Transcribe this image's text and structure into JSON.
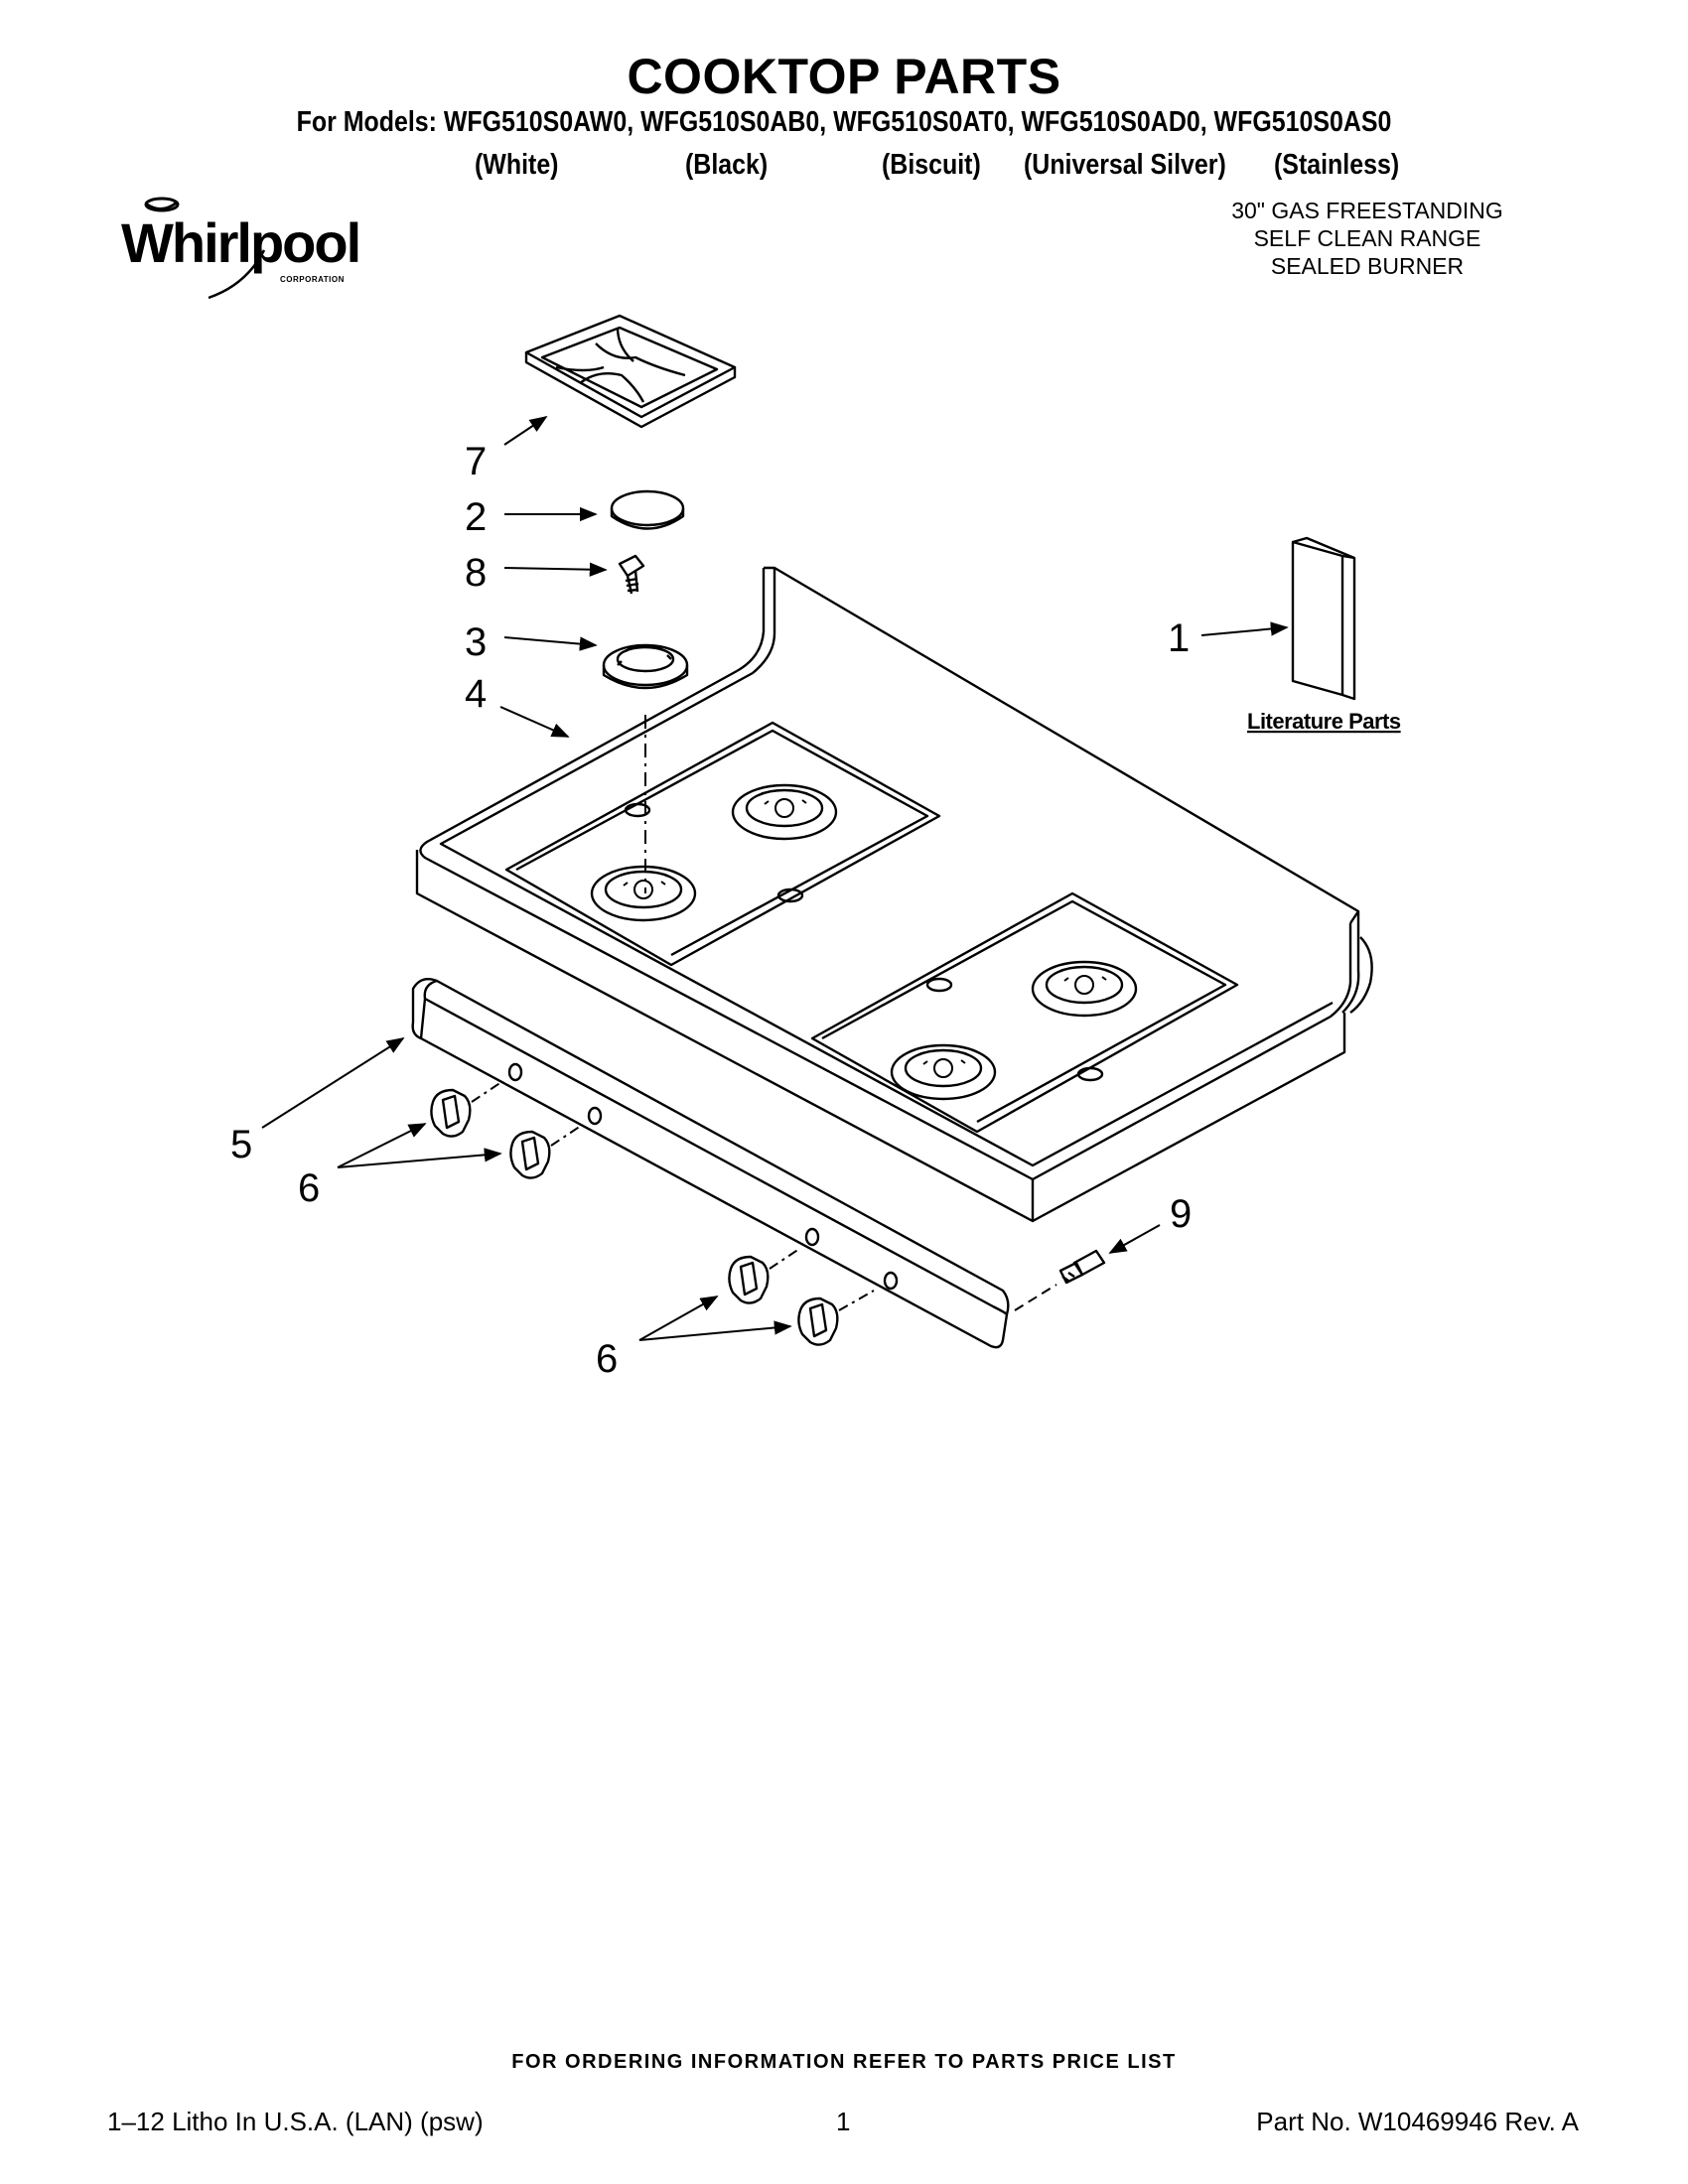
{
  "header": {
    "title": "COOKTOP PARTS",
    "models_line": "For Models: WFG510S0AW0, WFG510S0AB0, WFG510S0AT0, WFG510S0AD0, WFG510S0AS0",
    "colors": [
      "(White)",
      "(Black)",
      "(Biscuit)",
      "(Universal Silver)",
      "(Stainless)"
    ]
  },
  "brand": {
    "name": "Whirlpool",
    "sub": "CORPORATION"
  },
  "product": {
    "line1": "30\" GAS FREESTANDING",
    "line2": "SELF CLEAN RANGE",
    "line3": "SEALED BURNER"
  },
  "callouts": {
    "c1": "1",
    "c2": "2",
    "c3": "3",
    "c4": "4",
    "c5": "5",
    "c6a": "6",
    "c6b": "6",
    "c7": "7",
    "c8": "8",
    "c9": "9"
  },
  "literature_label": "Literature Parts",
  "footer": {
    "note": "FOR ORDERING INFORMATION REFER TO PARTS PRICE LIST",
    "left": "1–12 Litho In U.S.A. (LAN) (psw)",
    "page": "1",
    "part_no": "Part No. W10469946 Rev. A"
  }
}
